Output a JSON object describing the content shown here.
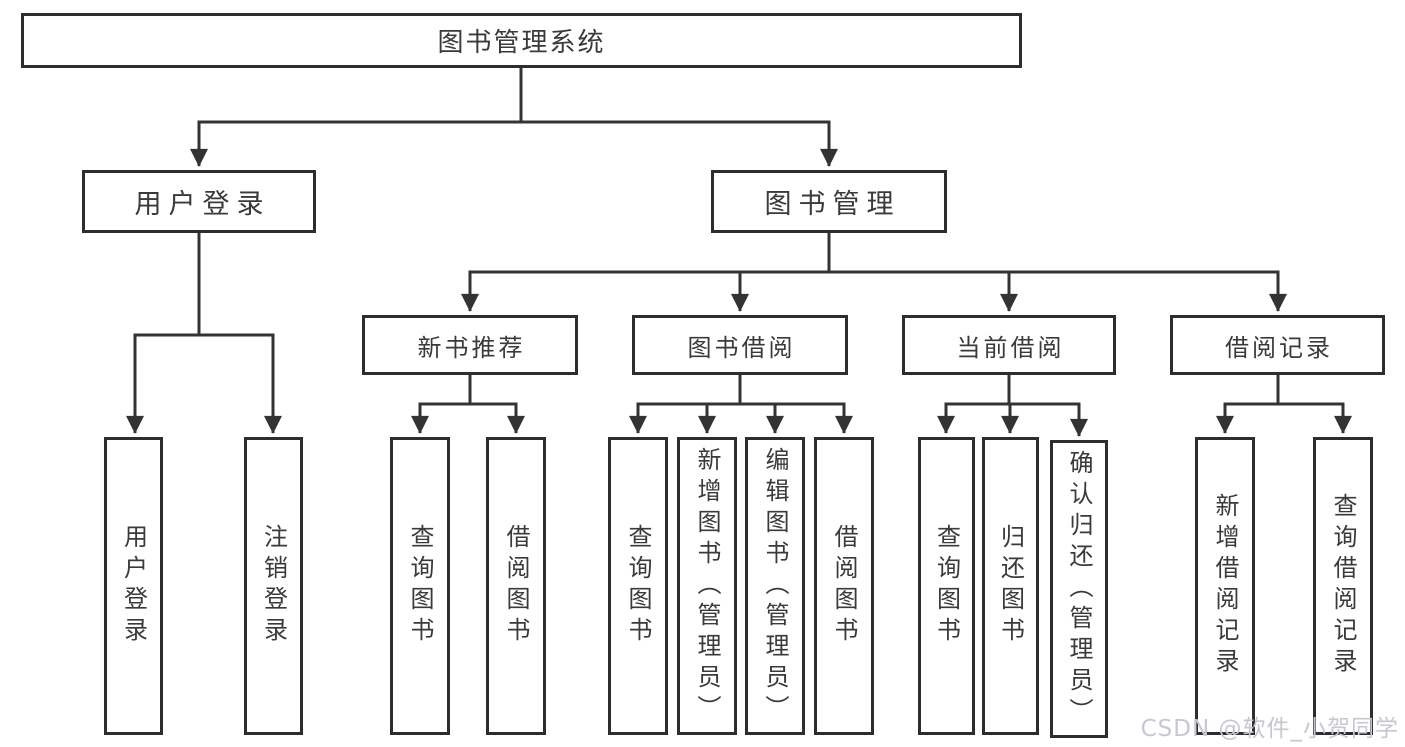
{
  "diagram": {
    "title": "图书管理系统",
    "type": "function-structure-tree",
    "tree": {
      "label": "图书管理系统",
      "children": [
        {
          "label": "用户登录",
          "children": [
            {
              "label": "用户登录"
            },
            {
              "label": "注销登录"
            }
          ]
        },
        {
          "label": "图书管理",
          "children": [
            {
              "label": "新书推荐",
              "children": [
                {
                  "label": "查询图书"
                },
                {
                  "label": "借阅图书"
                }
              ]
            },
            {
              "label": "图书借阅",
              "children": [
                {
                  "label": "查询图书"
                },
                {
                  "label": "新增图书（管理员）"
                },
                {
                  "label": "编辑图书（管理员）"
                },
                {
                  "label": "借阅图书"
                }
              ]
            },
            {
              "label": "当前借阅",
              "children": [
                {
                  "label": "查询图书"
                },
                {
                  "label": "归还图书"
                },
                {
                  "label": "确认归还（管理员）"
                }
              ]
            },
            {
              "label": "借阅记录",
              "children": [
                {
                  "label": "新增借阅记录"
                },
                {
                  "label": "查询借阅记录"
                }
              ]
            }
          ]
        }
      ]
    },
    "line_color": "#333333",
    "border_color": "#2d2d2d",
    "text_color": "#3a3a3a"
  },
  "watermark": {
    "text": "CSDN @软件_小贺同学",
    "color": "#c7c7cf"
  }
}
